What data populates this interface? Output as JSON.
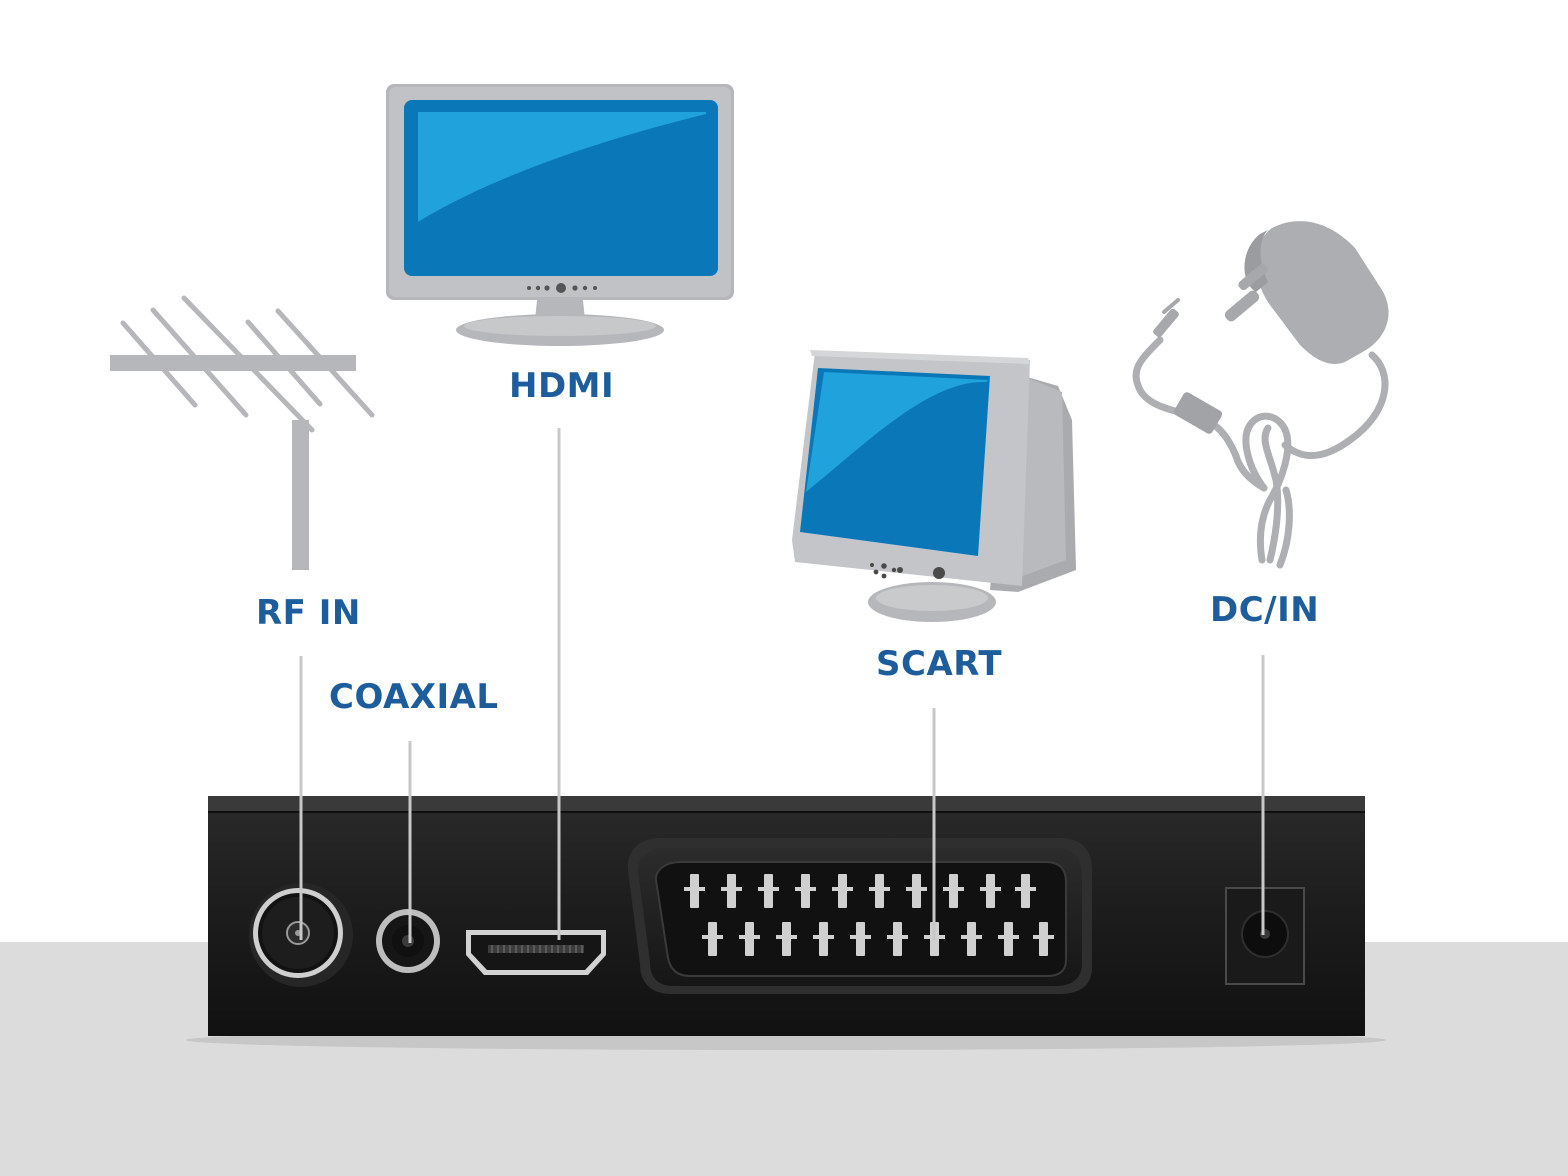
{
  "labels": {
    "rf_in": "RF IN",
    "coaxial": "COAXIAL",
    "hdmi": "HDMI",
    "scart": "SCART",
    "dc_in": "DC/IN"
  },
  "icons": {
    "antenna": "antenna-icon",
    "flat_tv": "flat-tv-icon",
    "crt_tv": "crt-tv-icon",
    "power_adapter": "power-adapter-icon"
  },
  "colors": {
    "label_blue": "#1e5d9c",
    "device_gray": "#b5b7ba",
    "screen_blue": "#0a78b8",
    "screen_highlight": "#20a2dc",
    "receiver_body": "#1f1f1f",
    "floor_gray": "#dcdcdc"
  }
}
